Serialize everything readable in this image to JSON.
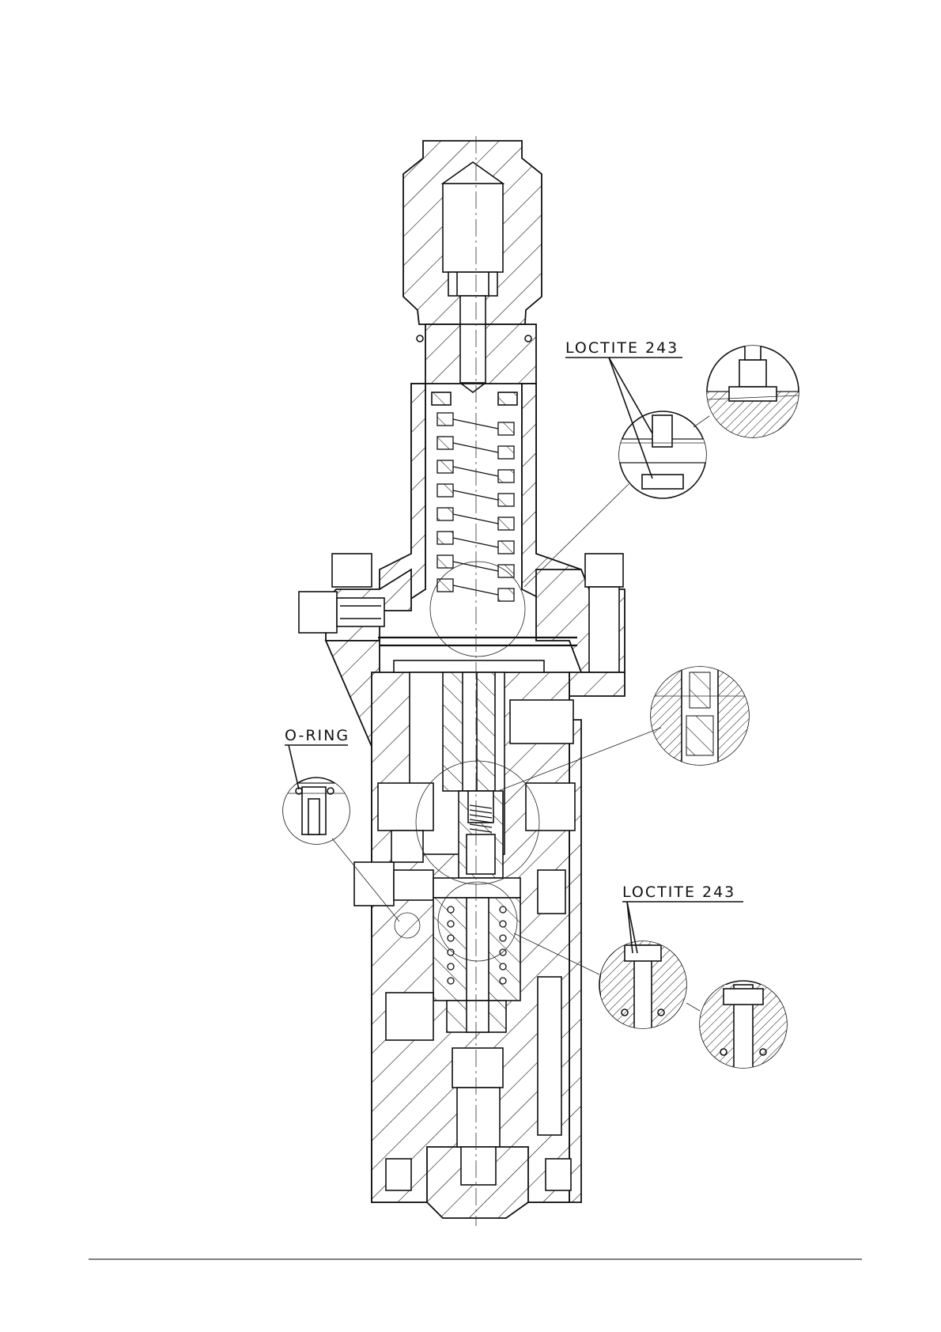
{
  "callouts": {
    "loctite_upper": "LOCTITE 243",
    "o_ring": "O-RING",
    "loctite_lower": "LOCTITE 243"
  }
}
